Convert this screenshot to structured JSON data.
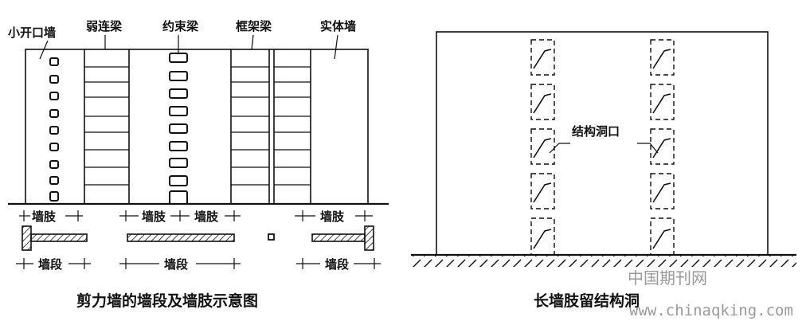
{
  "left_diagram": {
    "labels": {
      "small_opening_wall": "小开口墙",
      "weak_coupling_beam": "弱连梁",
      "restraint_beam": "约束梁",
      "frame_beam": "框架梁",
      "solid_wall": "实体墙"
    },
    "limb_labels": [
      "墙肢",
      "墙肢",
      "墙肢",
      "墙肢"
    ],
    "segment_labels": [
      "墙段",
      "墙段",
      "墙段"
    ],
    "caption": "剪力墙的墙段及墙肢示意图"
  },
  "right_diagram": {
    "opening_label": "结构洞口",
    "caption": "长墙肢留结构洞"
  },
  "watermark": {
    "cn": "中国期刊网",
    "url": "www.chinaqking.com"
  }
}
